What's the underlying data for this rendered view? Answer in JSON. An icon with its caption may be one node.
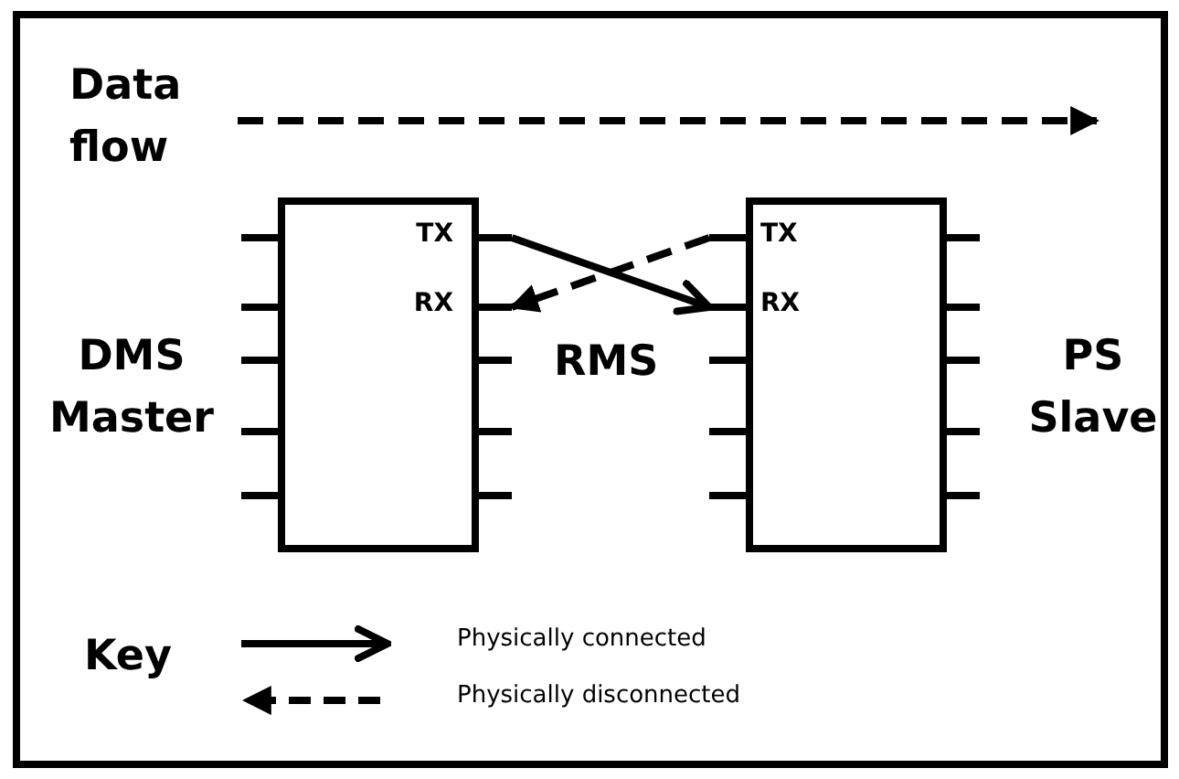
{
  "diagram": {
    "nodes": [
      {
        "text": [
          "TX",
          "RX"
        ],
        "beside": [
          "DMS Master"
        ]
      },
      {
        "text": [
          "TX",
          "RX"
        ],
        "beside": [
          "PS Slave"
        ]
      }
    ],
    "edges": [
      {
        "from": 0,
        "to": 1,
        "arrow": "to"
      },
      {
        "from": 1,
        "to": 0,
        "arrow": "to",
        "style": "dashed"
      }
    ],
    "labels": [
      "Data flow",
      "RMS",
      "Key"
    ],
    "legend": [
      {
        "text": "Physically connected"
      },
      {
        "text": "Physically disconnected"
      }
    ]
  }
}
